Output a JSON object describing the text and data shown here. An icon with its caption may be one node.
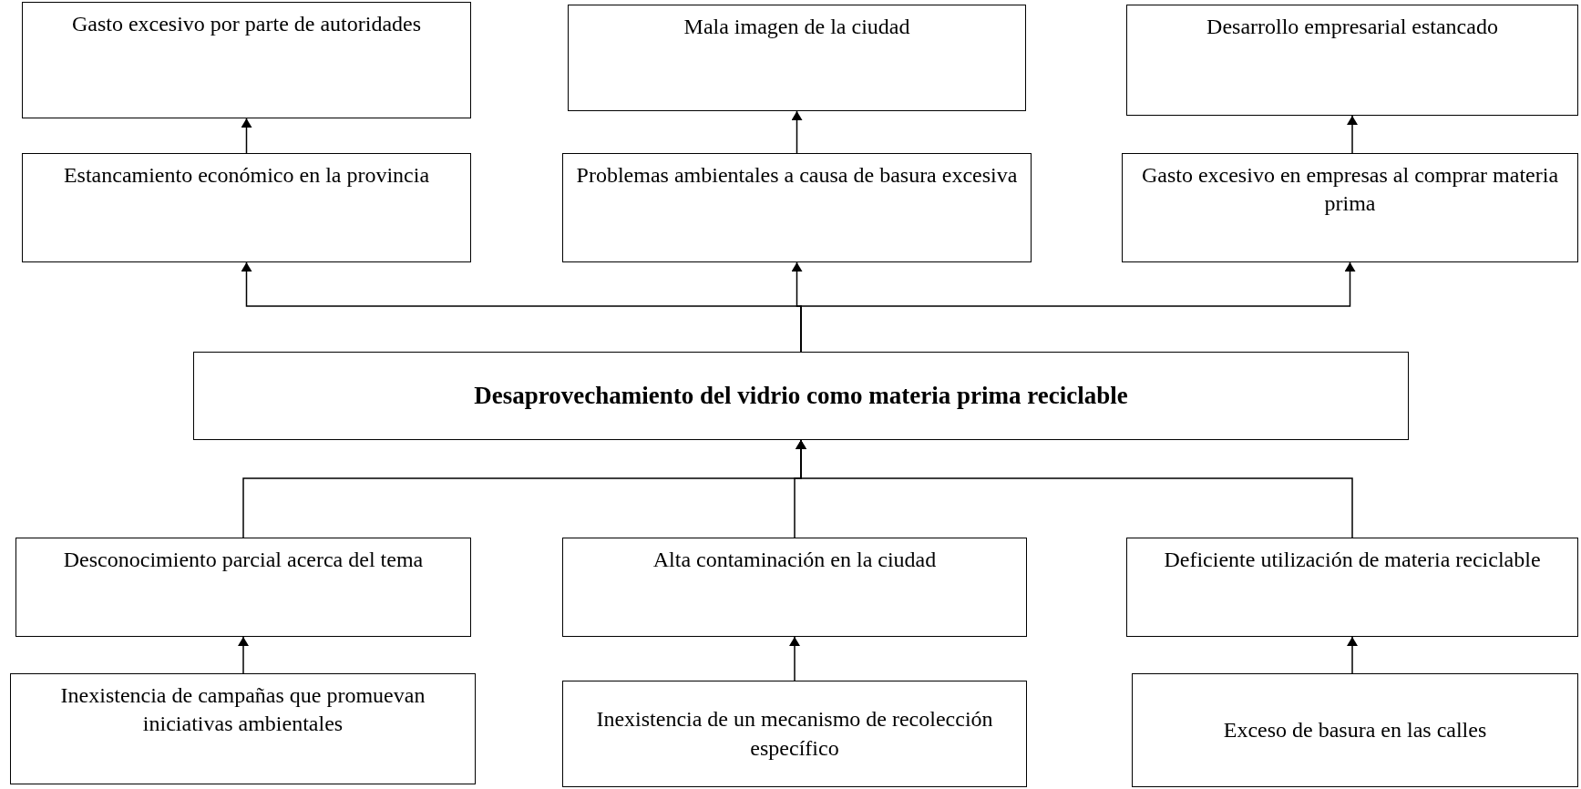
{
  "diagram": {
    "nodes": [
      {
        "text": [
          "Gasto excesivo por parte de autoridades"
        ]
      },
      {
        "text": [
          "Mala imagen de la ciudad"
        ]
      },
      {
        "text": [
          "Desarrollo empresarial estancado"
        ]
      },
      {
        "text": [
          "Estancamiento económico en la provincia"
        ]
      },
      {
        "text": [
          "Problemas ambientales a causa de basura excesiva"
        ]
      },
      {
        "text": [
          "Gasto excesivo en empresas al comprar materia prima"
        ]
      },
      {
        "text": [
          "Desaprovechamiento del vidrio como materia prima reciclable"
        ]
      },
      {
        "text": [
          "Desconocimiento parcial acerca del tema"
        ]
      },
      {
        "text": [
          "Alta contaminación en la ciudad"
        ]
      },
      {
        "text": [
          "Deficiente utilización de materia reciclable"
        ]
      },
      {
        "text": [
          "Inexistencia de campañas que promuevan iniciativas ambientales"
        ]
      },
      {
        "text": [
          "Inexistencia de un mecanismo de recolección  específico"
        ]
      },
      {
        "text": [
          "Exceso de basura en las calles"
        ]
      }
    ],
    "edges": [
      {
        "from": 3,
        "to": 0,
        "arrow": "to"
      },
      {
        "from": 4,
        "to": 1,
        "arrow": "to"
      },
      {
        "from": 5,
        "to": 2,
        "arrow": "to"
      },
      {
        "from": 6,
        "to": 3,
        "arrow": "to"
      },
      {
        "from": 6,
        "to": 4,
        "arrow": "to"
      },
      {
        "from": 6,
        "to": 5,
        "arrow": "to"
      },
      {
        "from": 7,
        "to": 6,
        "arrow": "to"
      },
      {
        "from": 8,
        "to": 6,
        "arrow": "to"
      },
      {
        "from": 9,
        "to": 6,
        "arrow": "to"
      },
      {
        "from": 10,
        "to": 7,
        "arrow": "to"
      },
      {
        "from": 11,
        "to": 8,
        "arrow": "to"
      },
      {
        "from": 12,
        "to": 9,
        "arrow": "to"
      }
    ]
  }
}
